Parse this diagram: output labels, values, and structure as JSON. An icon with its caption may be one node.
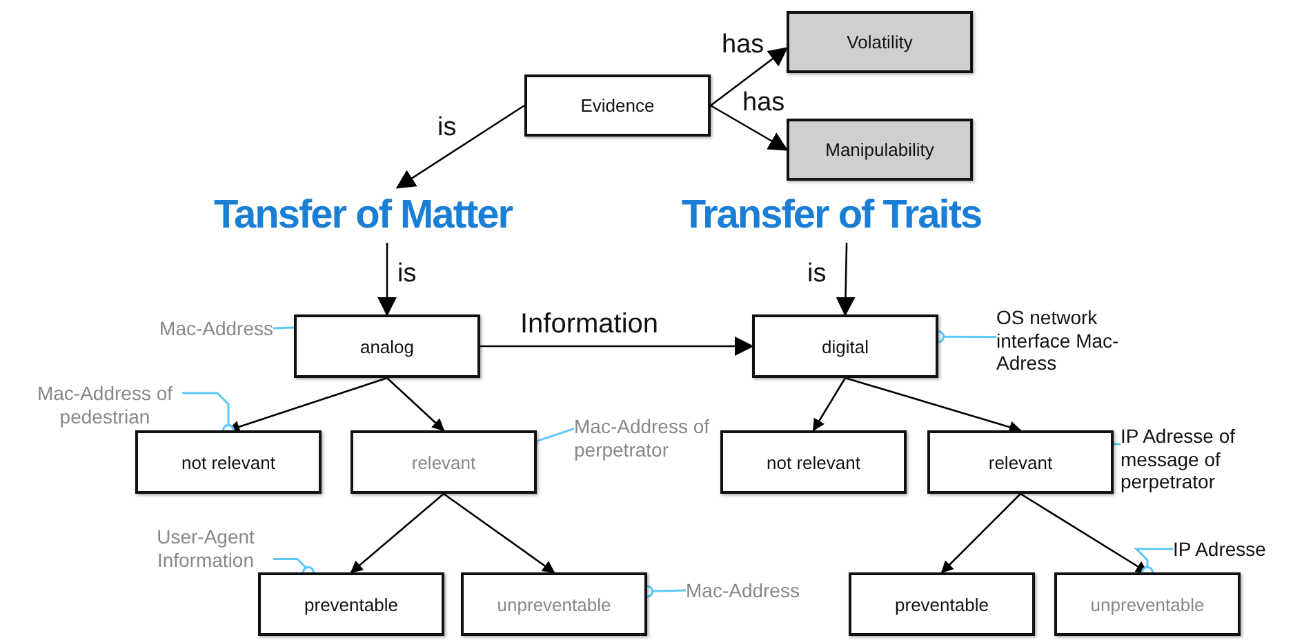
{
  "diagram": {
    "nodes": [
      {
        "text": [
          "Evidence"
        ]
      },
      {
        "text": [
          "Volatility"
        ]
      },
      {
        "text": [
          "Manipulability"
        ]
      },
      {
        "text": [
          "Tansfer of Matter"
        ]
      },
      {
        "text": [
          "Transfer of Traits"
        ]
      },
      {
        "text": [
          "analog"
        ]
      },
      {
        "text": [
          "digital"
        ]
      },
      {
        "text": [
          "not relevant"
        ]
      },
      {
        "text": [
          "relevant"
        ]
      },
      {
        "text": [
          "not relevant"
        ]
      },
      {
        "text": [
          "relevant"
        ]
      },
      {
        "text": [
          "preventable"
        ]
      },
      {
        "text": [
          "unpreventable"
        ]
      },
      {
        "text": [
          "preventable"
        ]
      },
      {
        "text": [
          "unpreventable"
        ]
      },
      {
        "text": [
          "Mac-Address"
        ]
      },
      {
        "text": [
          "Mac-Address of pedestrian"
        ]
      },
      {
        "text": [
          "Mac-Address of perpetrator"
        ]
      },
      {
        "text": [
          "User-Agent Information"
        ]
      },
      {
        "text": [
          "Mac-Address"
        ]
      },
      {
        "text": [
          "OS network interface Mac-Adress"
        ]
      },
      {
        "text": [
          "IP Adresse of message of perpetrator"
        ]
      },
      {
        "text": [
          "IP Adresse"
        ]
      }
    ],
    "edges": [
      {
        "from": 0,
        "to": 1,
        "arrow": "to",
        "label": "has"
      },
      {
        "from": 0,
        "to": 2,
        "arrow": "to",
        "label": "has"
      },
      {
        "from": 0,
        "to": 3,
        "arrow": "to",
        "label": "is"
      },
      {
        "from": 3,
        "to": 5,
        "arrow": "to",
        "label": "is"
      },
      {
        "from": 4,
        "to": 6,
        "arrow": "to",
        "label": "is"
      },
      {
        "from": 5,
        "to": 6,
        "arrow": "to",
        "label": "Information"
      },
      {
        "from": 5,
        "to": 7,
        "arrow": "to"
      },
      {
        "from": 5,
        "to": 8,
        "arrow": "to"
      },
      {
        "from": 6,
        "to": 9,
        "arrow": "to"
      },
      {
        "from": 6,
        "to": 10,
        "arrow": "to"
      },
      {
        "from": 8,
        "to": 11,
        "arrow": "to"
      },
      {
        "from": 8,
        "to": 12,
        "arrow": "to"
      },
      {
        "from": 10,
        "to": 13,
        "arrow": "to"
      },
      {
        "from": 10,
        "to": 14,
        "arrow": "to"
      },
      {
        "from": 15,
        "to": 5,
        "arrow": "other",
        "color": "#5ac8fa"
      },
      {
        "from": 16,
        "to": 7,
        "arrow": "other",
        "color": "#5ac8fa"
      },
      {
        "from": 17,
        "to": 8,
        "arrow": "other",
        "color": "#5ac8fa"
      },
      {
        "from": 18,
        "to": 11,
        "arrow": "other",
        "color": "#5ac8fa"
      },
      {
        "from": 19,
        "to": 12,
        "arrow": "other",
        "color": "#5ac8fa"
      },
      {
        "from": 20,
        "to": 6,
        "arrow": "other",
        "color": "#5ac8fa"
      },
      {
        "from": 21,
        "to": 10,
        "arrow": "other",
        "color": "#5ac8fa"
      },
      {
        "from": 22,
        "to": 14,
        "arrow": "other",
        "color": "#5ac8fa"
      }
    ]
  }
}
